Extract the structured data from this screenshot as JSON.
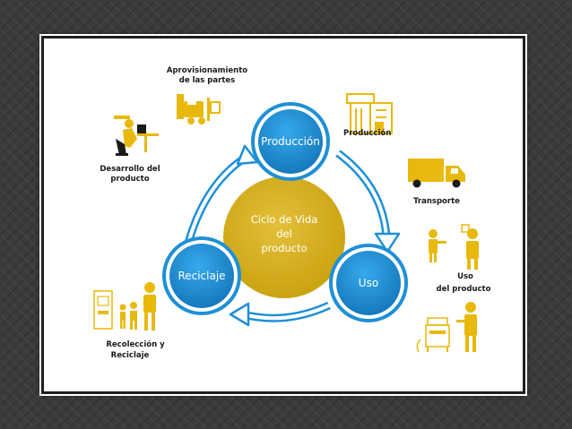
{
  "center": {
    "line1": "Ciclo de Vida",
    "line2": "del",
    "line3": "producto"
  },
  "nodes": {
    "produccion": "Producción",
    "uso": "Uso",
    "reciclaje": "Reciclaje"
  },
  "labels": {
    "aprovisionamiento_1": "Aprovisionamiento",
    "aprovisionamiento_2": "de las partes",
    "produccion": "Producción",
    "desarrollo_1": "Desarrollo del",
    "desarrollo_2": "producto",
    "transporte": "Transporte",
    "uso_1": "Uso",
    "uso_2": "del producto",
    "recoleccion_1": "Recolección y",
    "recoleccion_2": "Reciclaje"
  },
  "colors": {
    "blue": "#1e90d6",
    "blue_dark": "#1672b0",
    "gold": "#d4ad12",
    "icon_gold": "#e8b90c"
  },
  "icons": [
    "forklift-icon",
    "factory-icon",
    "designer-desk-icon",
    "truck-icon",
    "person-phone-icon",
    "copier-user-icon",
    "recycling-machine-family-icon"
  ]
}
